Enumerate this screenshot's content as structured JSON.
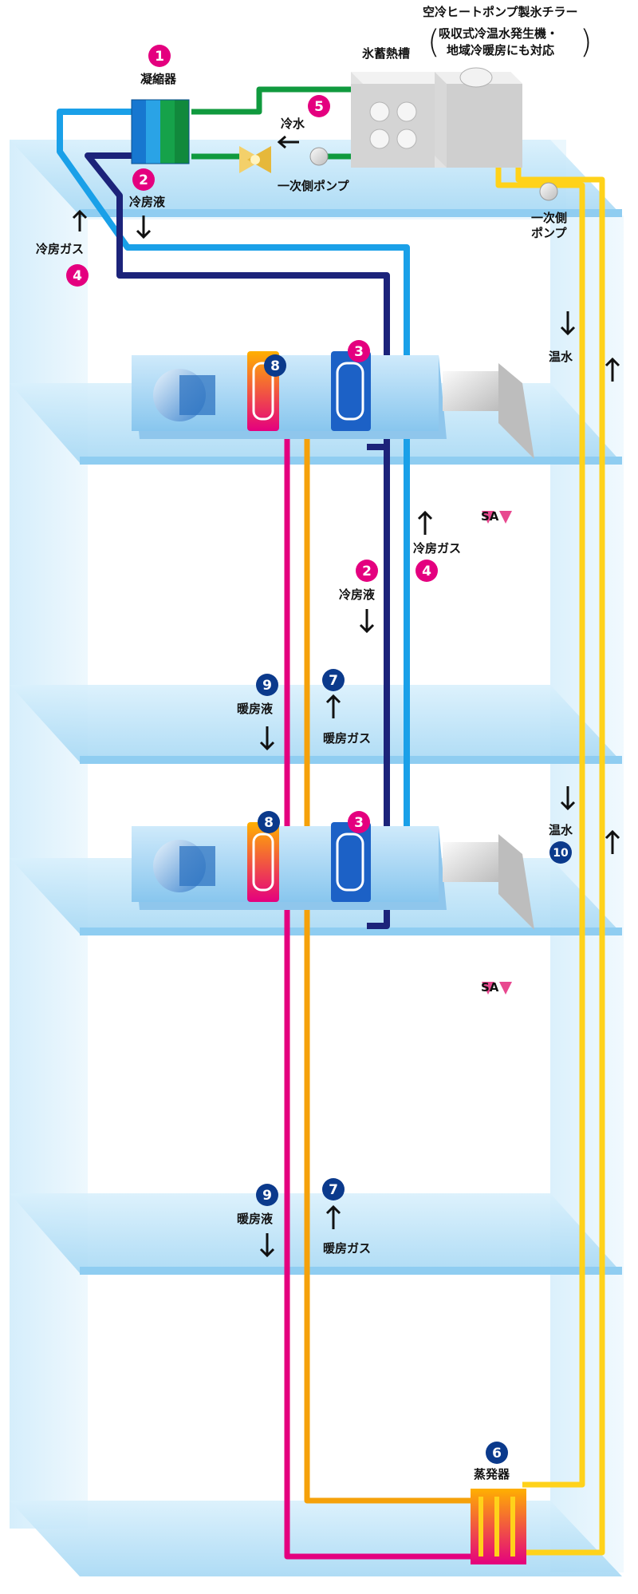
{
  "labels": {
    "chiller_title": "空冷ヒートポンプ製氷チラー",
    "chiller_note_line1": "吸収式冷温水発生機・",
    "chiller_note_line2": "地域冷暖房にも対応",
    "ice_tank": "氷蓄熱槽",
    "condenser": "凝縮器",
    "cold_water": "冷水",
    "primary_pump": "一次側ポンプ",
    "primary_pump_right_line1": "一次側",
    "primary_pump_right_line2": "ポンプ",
    "cooling_liquid": "冷房液",
    "cooling_gas": "冷房ガス",
    "heating_liquid": "暖房液",
    "heating_gas": "暖房ガス",
    "warm_water": "温水",
    "supply_air": "SA",
    "evaporator": "蒸発器"
  },
  "badges": {
    "n1": "1",
    "n2": "2",
    "n3": "3",
    "n4": "4",
    "n5": "5",
    "n6": "6",
    "n7": "7",
    "n8": "8",
    "n9": "9",
    "n10": "10"
  },
  "colors": {
    "magenta_badge": "#e4007f",
    "navy_badge": "#0b3a8c",
    "cooling_gas_pipe": "#1aa0e8",
    "cooling_liquid_pipe": "#1c237a",
    "cold_water_pipe": "#109a3e",
    "warm_water_pipe": "#ffd21a",
    "heating_gas_pipe": "#f5a10a",
    "heating_liquid_pipe": "#e4007f",
    "building": "#a8d8f5"
  }
}
